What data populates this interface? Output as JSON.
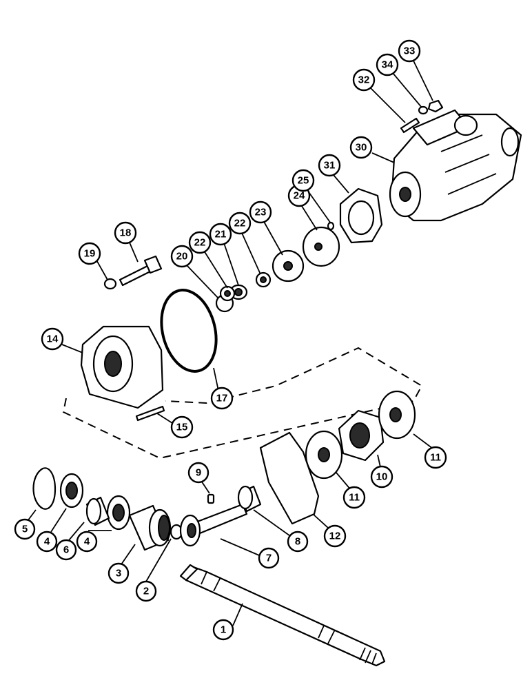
{
  "callouts": {
    "c1": "1",
    "c2": "2",
    "c3": "3",
    "c4a": "4",
    "c4b": "4",
    "c5": "5",
    "c6": "6",
    "c7": "7",
    "c8": "8",
    "c9": "9",
    "c10": "10",
    "c11a": "11",
    "c11b": "11",
    "c12": "12",
    "c14": "14",
    "c15": "15",
    "c17": "17",
    "c18": "18",
    "c19": "19",
    "c20": "20",
    "c21": "21",
    "c22a": "22",
    "c22b": "22",
    "c23": "23",
    "c24": "24",
    "c25": "25",
    "c30": "30",
    "c31": "31",
    "c32": "32",
    "c33": "33",
    "c34": "34"
  }
}
